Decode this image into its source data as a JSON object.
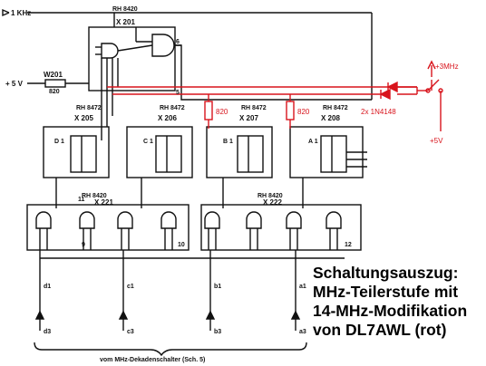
{
  "labels": {
    "input_1khz": "1 KHz",
    "plus5v_left": "+ 5 V",
    "w201": "W201",
    "w201_value": "820",
    "x201": "X 201",
    "x201_type": "RH 8420",
    "x205_type": "RH 8472",
    "x205": "X 205",
    "x206_type": "RH 8472",
    "x206": "X 206",
    "x207_type": "RH 8472",
    "x207": "X 207",
    "x208_type": "RH 8472",
    "x208": "X 208",
    "x221_type": "RH 8420",
    "x221": "X 221",
    "x222_type": "RH 8420",
    "x222": "X 222",
    "ff_d1": "D 1",
    "ff_c1": "C 1",
    "ff_b1": "B 1",
    "ff_a1": "A 1",
    "pin5": "5",
    "pin6": "6",
    "pin9": "9",
    "pin10": "10",
    "pin11": "11",
    "pin12": "12",
    "d1": "d1",
    "c1": "c1",
    "b1": "b1",
    "a1": "a1",
    "d3": "d3",
    "c3": "c3",
    "b3": "b3",
    "a3": "a3",
    "footer": "vom MHz-Dekadenschalter (Sch. 5)"
  },
  "red": {
    "r1": "820",
    "r2": "820",
    "diodes": "2x 1N4148",
    "mhz3": "+3MHz",
    "plus5v": "+5V"
  },
  "caption": {
    "line1": "Schaltungsauszug:",
    "line2": "MHz-Teilerstufe mit",
    "line3": "14-MHz-Modifikation",
    "line4": "von DL7AWL (rot)"
  },
  "colors": {
    "ink": "#111111",
    "red": "#d8141c"
  }
}
